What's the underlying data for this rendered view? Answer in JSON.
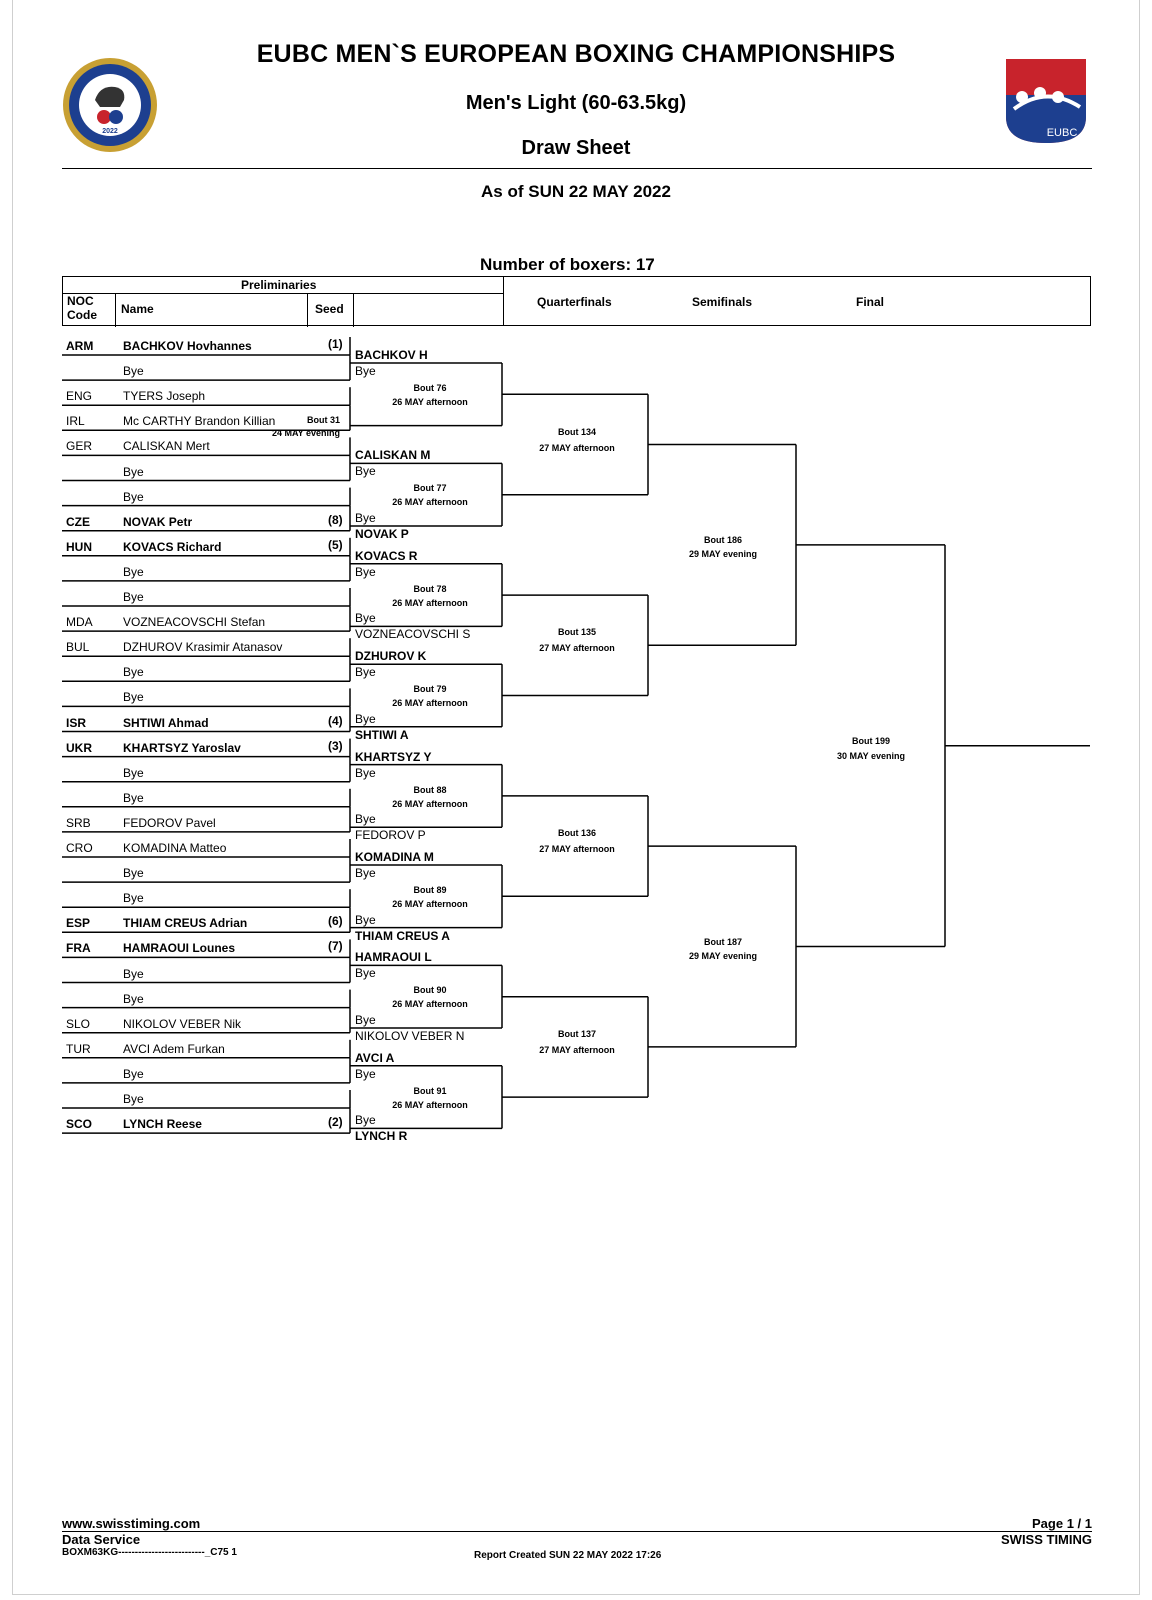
{
  "header": {
    "title": "EUBC MEN`S EUROPEAN BOXING CHAMPIONSHIPS",
    "weight_class": "Men's Light (60-63.5kg)",
    "sheet": "Draw Sheet",
    "as_of": "As of SUN 22 MAY 2022",
    "num_boxers": "Number of boxers: 17",
    "logo_right_text": "EUBC",
    "logo_left_text": "2022"
  },
  "table_header": {
    "preliminaries": "Preliminaries",
    "noc_code_1": "NOC",
    "noc_code_2": "Code",
    "name": "Name",
    "seed": "Seed",
    "quarterfinals": "Quarterfinals",
    "semifinals": "Semifinals",
    "final": "Final"
  },
  "colors": {
    "ink": "#000000",
    "eubc_red": "#c8232c",
    "eubc_blue": "#1d3f8f"
  },
  "entries": [
    {
      "noc": "ARM",
      "name": "BACHKOV Hovhannes",
      "seed": "(1)"
    },
    {
      "noc": "",
      "name": "Bye",
      "seed": ""
    },
    {
      "noc": "ENG",
      "name": "TYERS Joseph",
      "seed": ""
    },
    {
      "noc": "IRL",
      "name": "Mc CARTHY Brandon Killian",
      "seed": ""
    },
    {
      "noc": "GER",
      "name": "CALISKAN Mert",
      "seed": ""
    },
    {
      "noc": "",
      "name": "Bye",
      "seed": ""
    },
    {
      "noc": "",
      "name": "Bye",
      "seed": ""
    },
    {
      "noc": "CZE",
      "name": "NOVAK Petr",
      "seed": "(8)"
    },
    {
      "noc": "HUN",
      "name": "KOVACS Richard",
      "seed": "(5)"
    },
    {
      "noc": "",
      "name": "Bye",
      "seed": ""
    },
    {
      "noc": "",
      "name": "Bye",
      "seed": ""
    },
    {
      "noc": "MDA",
      "name": "VOZNEACOVSCHI Stefan",
      "seed": ""
    },
    {
      "noc": "BUL",
      "name": "DZHUROV Krasimir Atanasov",
      "seed": ""
    },
    {
      "noc": "",
      "name": "Bye",
      "seed": ""
    },
    {
      "noc": "",
      "name": "Bye",
      "seed": ""
    },
    {
      "noc": "ISR",
      "name": "SHTIWI Ahmad",
      "seed": "(4)"
    },
    {
      "noc": "UKR",
      "name": "KHARTSYZ Yaroslav",
      "seed": "(3)"
    },
    {
      "noc": "",
      "name": "Bye",
      "seed": ""
    },
    {
      "noc": "",
      "name": "Bye",
      "seed": ""
    },
    {
      "noc": "SRB",
      "name": "FEDOROV Pavel",
      "seed": ""
    },
    {
      "noc": "CRO",
      "name": "KOMADINA Matteo",
      "seed": ""
    },
    {
      "noc": "",
      "name": "Bye",
      "seed": ""
    },
    {
      "noc": "",
      "name": "Bye",
      "seed": ""
    },
    {
      "noc": "ESP",
      "name": "THIAM CREUS Adrian",
      "seed": "(6)"
    },
    {
      "noc": "FRA",
      "name": "HAMRAOUI Lounes",
      "seed": "(7)"
    },
    {
      "noc": "",
      "name": "Bye",
      "seed": ""
    },
    {
      "noc": "",
      "name": "Bye",
      "seed": ""
    },
    {
      "noc": "SLO",
      "name": "NIKOLOV VEBER Nik",
      "seed": ""
    },
    {
      "noc": "TUR",
      "name": "AVCI Adem Furkan",
      "seed": ""
    },
    {
      "noc": "",
      "name": "Bye",
      "seed": ""
    },
    {
      "noc": "",
      "name": "Bye",
      "seed": ""
    },
    {
      "noc": "SCO",
      "name": "LYNCH Reese",
      "seed": "(2)"
    }
  ],
  "prelim_bout": {
    "bout": "Bout  31",
    "time": "24 MAY evening"
  },
  "r2": [
    {
      "top": "BACHKOV H",
      "top_sub": "Bye",
      "bottom": "",
      "bottom_sub": "",
      "bout": "Bout  76",
      "time": "26 MAY afternoon"
    },
    {
      "top": "CALISKAN M",
      "top_sub": "Bye",
      "bottom": "NOVAK P",
      "bottom_sub": "Bye",
      "bout": "Bout  77",
      "time": "26 MAY afternoon"
    },
    {
      "top": "KOVACS R",
      "top_sub": "Bye",
      "bottom": "VOZNEACOVSCHI S",
      "bottom_sub": "Bye",
      "bout": "Bout  78",
      "time": "26 MAY afternoon"
    },
    {
      "top": "DZHUROV K",
      "top_sub": "Bye",
      "bottom": "SHTIWI A",
      "bottom_sub": "Bye",
      "bout": "Bout  79",
      "time": "26 MAY afternoon"
    },
    {
      "top": "KHARTSYZ Y",
      "top_sub": "Bye",
      "bottom": "FEDOROV P",
      "bottom_sub": "Bye",
      "bout": "Bout  88",
      "time": "26 MAY afternoon"
    },
    {
      "top": "KOMADINA M",
      "top_sub": "Bye",
      "bottom": "THIAM CREUS A",
      "bottom_sub": "Bye",
      "bout": "Bout  89",
      "time": "26 MAY afternoon"
    },
    {
      "top": "HAMRAOUI L",
      "top_sub": "Bye",
      "bottom": "NIKOLOV VEBER N",
      "bottom_sub": "Bye",
      "bout": "Bout  90",
      "time": "26 MAY afternoon"
    },
    {
      "top": "AVCI A",
      "top_sub": "Bye",
      "bottom": "LYNCH R",
      "bottom_sub": "Bye",
      "bout": "Bout  91",
      "time": "26 MAY afternoon"
    }
  ],
  "qf": [
    {
      "bout": "Bout  134",
      "time": "27 MAY afternoon"
    },
    {
      "bout": "Bout  135",
      "time": "27 MAY afternoon"
    },
    {
      "bout": "Bout  136",
      "time": "27 MAY afternoon"
    },
    {
      "bout": "Bout  137",
      "time": "27 MAY afternoon"
    }
  ],
  "sf": [
    {
      "bout": "Bout  186",
      "time": "29 MAY evening"
    },
    {
      "bout": "Bout  187",
      "time": "29 MAY evening"
    }
  ],
  "final": {
    "bout": "Bout  199",
    "time": "30 MAY evening"
  },
  "footer": {
    "website": "www.swisstiming.com",
    "data_service": "Data Service",
    "code": "BOXM63KG--------------------------_C75 1",
    "report": "Report Created  SUN 22 MAY 2022 17:26",
    "page": "Page 1 / 1",
    "brand": "SWISS TIMING"
  }
}
